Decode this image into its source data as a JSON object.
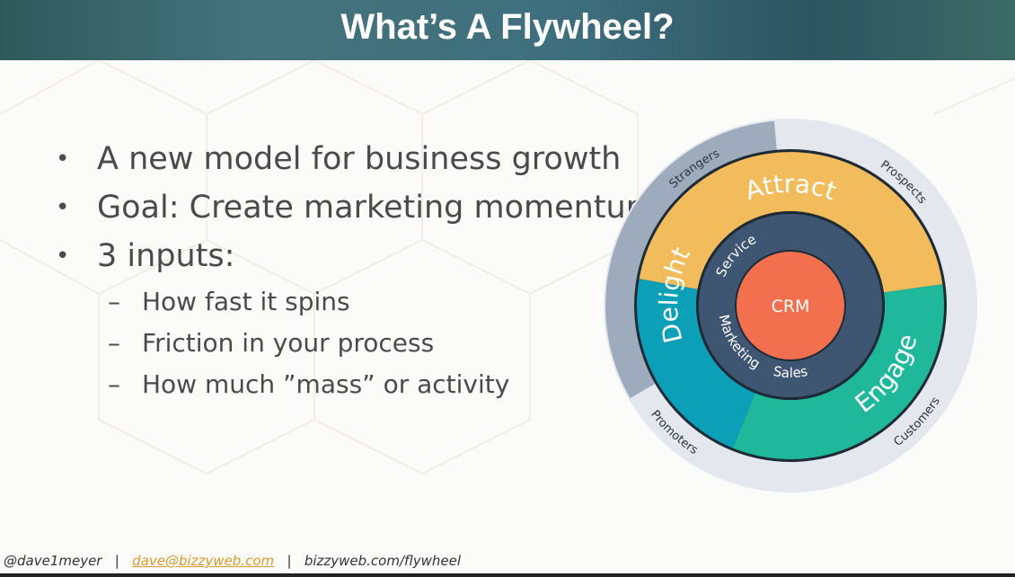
{
  "slide": {
    "title": "What’s A Flywheel?",
    "bullets": [
      "A new model for business growth",
      "Goal: Create marketing momentum",
      "3 inputs:"
    ],
    "sub_bullets": [
      "How fast it spins",
      "Friction in your process",
      "How much ”mass” or activity"
    ],
    "bullet_glyph": "•",
    "dash_glyph": "–"
  },
  "flywheel": {
    "center": "CRM",
    "inner": [
      "Service",
      "Marketing",
      "Sales"
    ],
    "stages": [
      "Attract",
      "Engage",
      "Delight"
    ],
    "outer": [
      "Strangers",
      "Prospects",
      "Customers",
      "Promoters"
    ],
    "colors": {
      "attract": "#f2bc5c",
      "engage": "#1fb89a",
      "delight": "#0b9fb8",
      "inner": "#3f5672",
      "crm": "#f2704e",
      "outer": "#dfe3ea",
      "outer_dark": "#9aa7b8"
    }
  },
  "footer": {
    "handle": "@dave1meyer",
    "sep": "|",
    "email": "dave@bizzyweb.com",
    "url": "bizzyweb.com/flywheel"
  }
}
